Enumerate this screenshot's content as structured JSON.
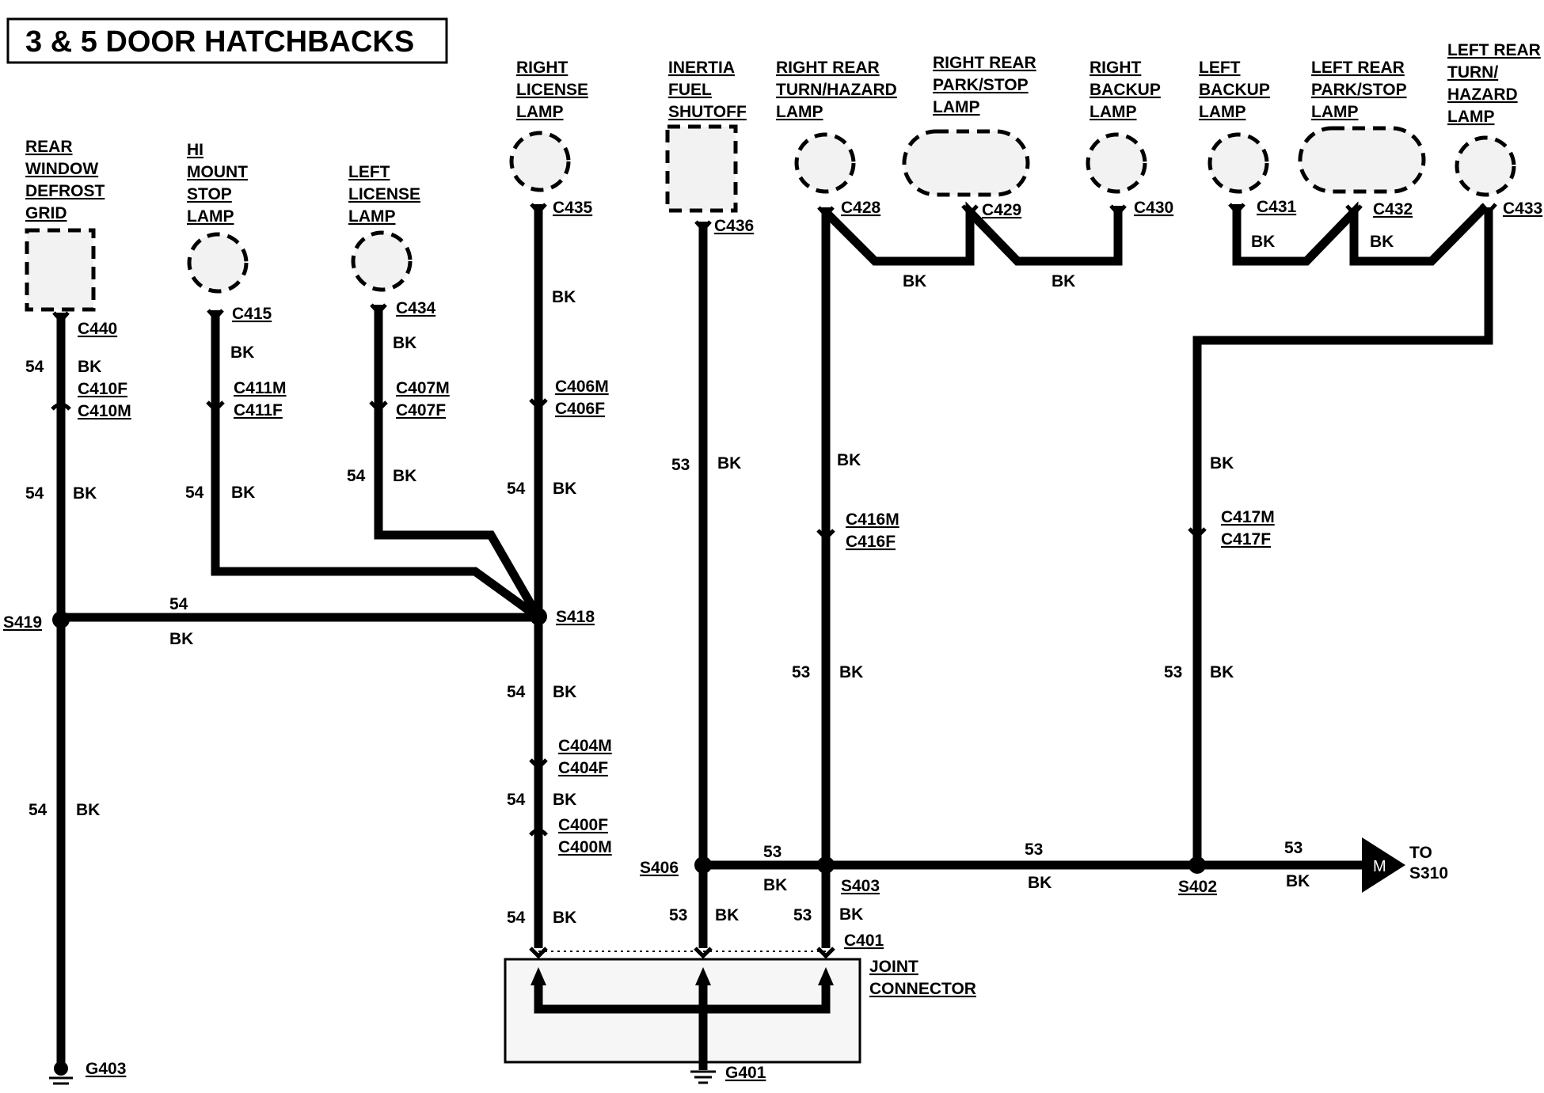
{
  "title": "3 & 5 DOOR HATCHBACKS",
  "components": {
    "rear_window_defrost": [
      "REAR",
      "WINDOW",
      "DEFROST",
      "GRID"
    ],
    "hi_mount_stop": [
      "HI",
      "MOUNT",
      "STOP",
      "LAMP"
    ],
    "left_license": [
      "LEFT",
      "LICENSE",
      "LAMP"
    ],
    "right_license": [
      "RIGHT",
      "LICENSE",
      "LAMP"
    ],
    "inertia_fuel": [
      "INERTIA",
      "FUEL",
      "SHUTOFF"
    ],
    "right_rear_turn": [
      "RIGHT REAR",
      "TURN/HAZARD",
      "LAMP"
    ],
    "right_rear_park": [
      "RIGHT REAR",
      "PARK/STOP",
      "LAMP"
    ],
    "right_backup": [
      "RIGHT",
      "BACKUP",
      "LAMP"
    ],
    "left_backup": [
      "LEFT",
      "BACKUP",
      "LAMP"
    ],
    "left_rear_park": [
      "LEFT REAR",
      "PARK/STOP",
      "LAMP"
    ],
    "left_rear_turn": [
      "LEFT REAR",
      "TURN/",
      "HAZARD",
      "LAMP"
    ],
    "joint_connector": [
      "JOINT",
      "CONNECTOR"
    ]
  },
  "connectors": {
    "c440": "C440",
    "c410f": "C410F",
    "c410m": "C410M",
    "c415": "C415",
    "c411m": "C411M",
    "c411f": "C411F",
    "c434": "C434",
    "c407m": "C407M",
    "c407f": "C407F",
    "c435": "C435",
    "c406m": "C406M",
    "c406f": "C406F",
    "c404m": "C404M",
    "c404f": "C404F",
    "c400f": "C400F",
    "c400m": "C400M",
    "c436": "C436",
    "c428": "C428",
    "c429": "C429",
    "c430": "C430",
    "c431": "C431",
    "c432": "C432",
    "c433": "C433",
    "c416m": "C416M",
    "c416f": "C416F",
    "c417m": "C417M",
    "c417f": "C417F",
    "c401": "C401"
  },
  "splices": {
    "s419": "S419",
    "s418": "S418",
    "s406": "S406",
    "s403": "S403",
    "s402": "S402"
  },
  "grounds": {
    "g403": "G403",
    "g401": "G401"
  },
  "wires": {
    "circuit_54": "54",
    "circuit_53": "53",
    "color_bk": "BK"
  },
  "destination": {
    "to": "TO",
    "splice": "S310",
    "marker": "M"
  }
}
